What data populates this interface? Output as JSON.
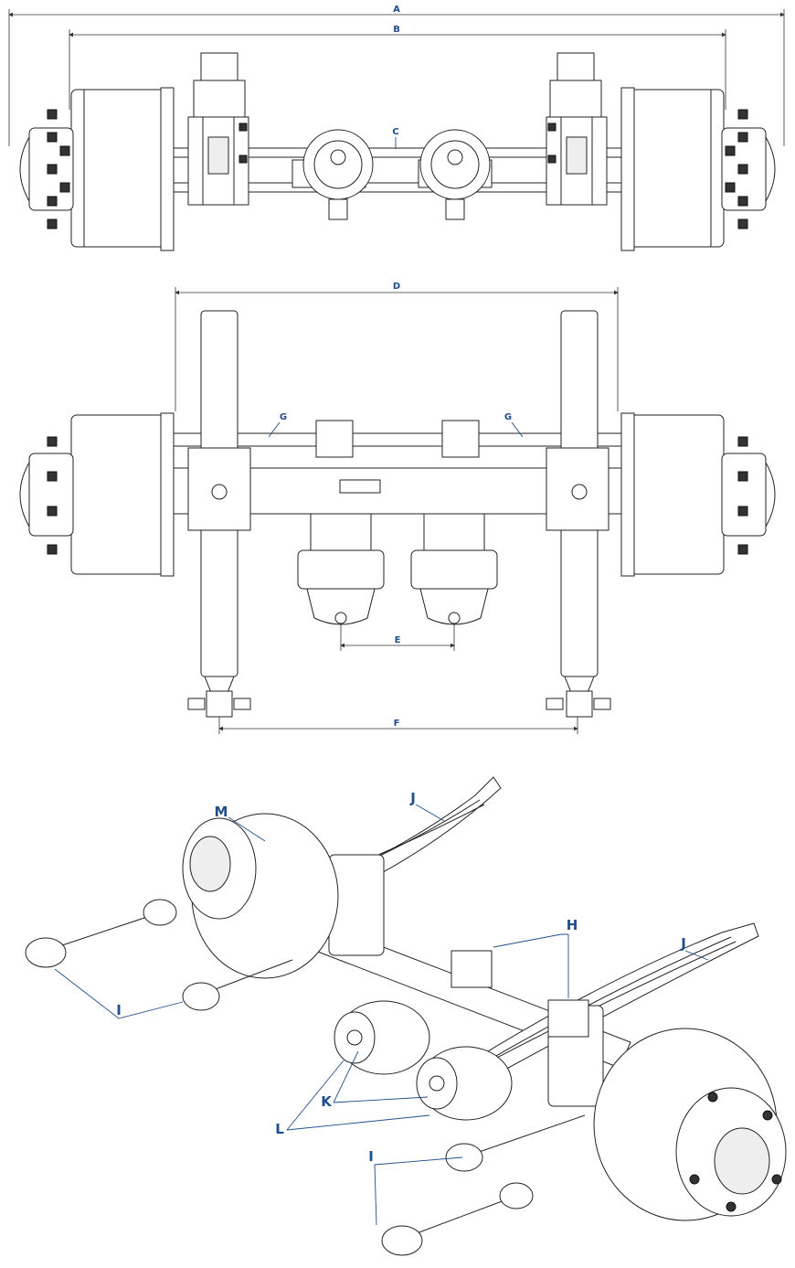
{
  "top_view": {
    "dimensions": {
      "a": "A",
      "b": "B",
      "c": "C"
    }
  },
  "middle_view": {
    "dimensions": {
      "d": "D",
      "e": "E",
      "f": "F"
    },
    "labels": {
      "g_left": "G",
      "g_right": "G"
    }
  },
  "iso_view": {
    "labels": {
      "m": "M",
      "j_top": "J",
      "j_right": "J",
      "h": "H",
      "i_left": "I",
      "i_bottom": "I",
      "k": "K",
      "l": "L"
    }
  },
  "colors": {
    "label": "#1f4e8c",
    "line": "#222222"
  }
}
